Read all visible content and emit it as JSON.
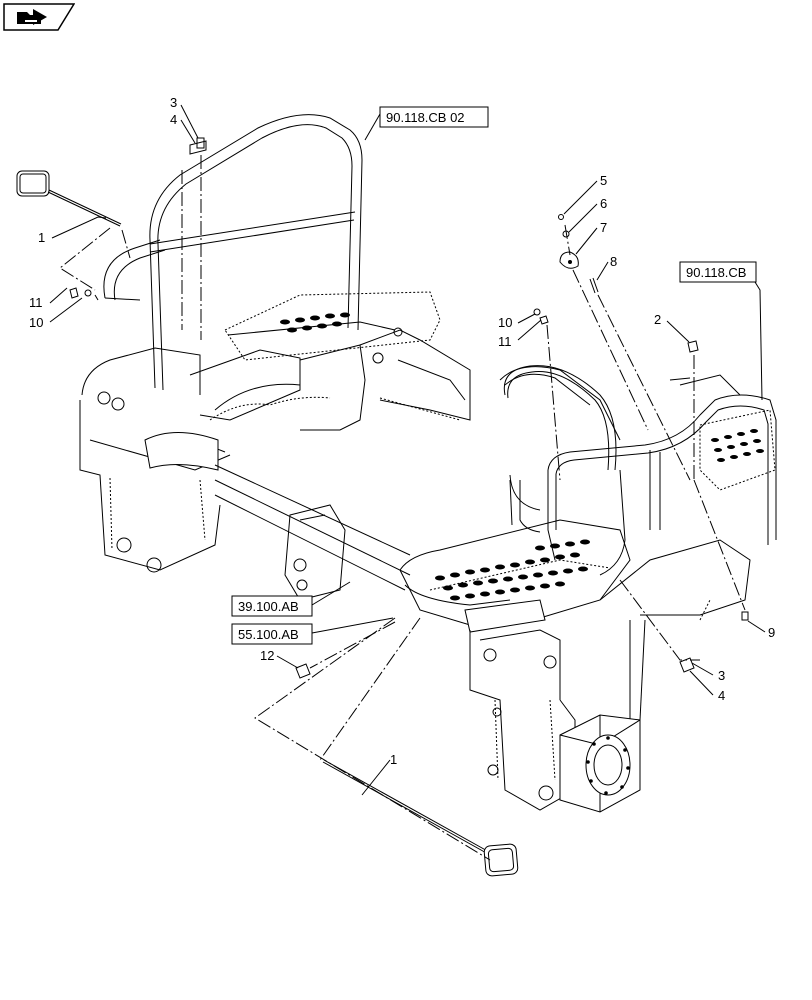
{
  "navigation": {
    "icon": "return-to-index-icon"
  },
  "callouts": {
    "c3_top": "3",
    "c4_top": "4",
    "c1_top": "1",
    "c11_left": "11",
    "c10_left": "10",
    "c5": "5",
    "c6": "6",
    "c7": "7",
    "c8": "8",
    "c10_mid": "10",
    "c11_mid": "11",
    "c2": "2",
    "c9": "9",
    "c3_right": "3",
    "c4_right": "4",
    "c12": "12",
    "c1_bottom": "1"
  },
  "references": {
    "ref_90118cb02": "90.118.CB 02",
    "ref_90118cb": "90.118.CB",
    "ref_39100ab": "39.100.AB",
    "ref_55100ab": "55.100.AB"
  }
}
